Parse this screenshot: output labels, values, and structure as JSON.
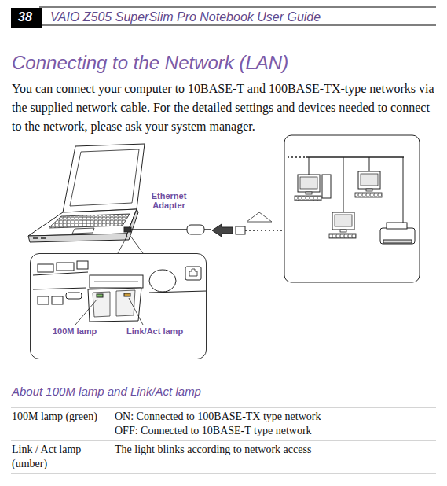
{
  "diagram": {
    "title": "Connecting to the Network (LAN)",
    "nodes": [
      {
        "text": [
          "38"
        ]
      },
      {
        "text": [
          "100M lamp",
          "Link/Act lamp"
        ]
      }
    ],
    "labels": [
      "VAIO Z505 SuperSlim Pro Notebook User Guide",
      "You can connect your computer to 10BASE-T and 100BASE-TX-type networks via the supplied network cable. For the detailed settings and devices needed to connect to the network, please ask your system manager.",
      "Ethernet Adapter",
      "About 100M lamp and Link/Act lamp",
      "100M lamp (green)",
      "ON: Connected to 100BASE-TX type network",
      "OFF: Connected to 10BASE-T type network",
      "Link / Act lamp (umber)",
      "The light blinks according to network access"
    ]
  }
}
